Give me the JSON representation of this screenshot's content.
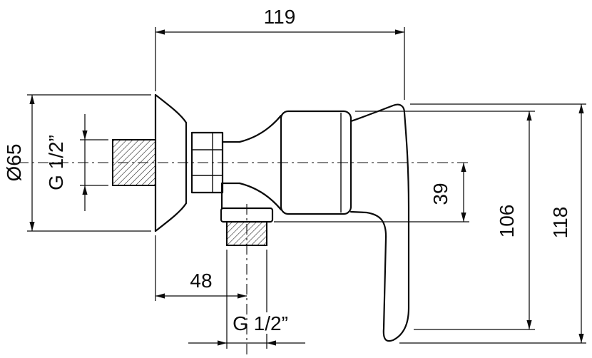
{
  "dimensions": {
    "overall_width": "119",
    "flange_diameter": "Ø65",
    "inlet_thread": "G 1/2”",
    "outlet_offset": "48",
    "outlet_thread": "G 1/2”",
    "axis_to_outlet": "39",
    "body_height": "106",
    "overall_height": "118"
  }
}
